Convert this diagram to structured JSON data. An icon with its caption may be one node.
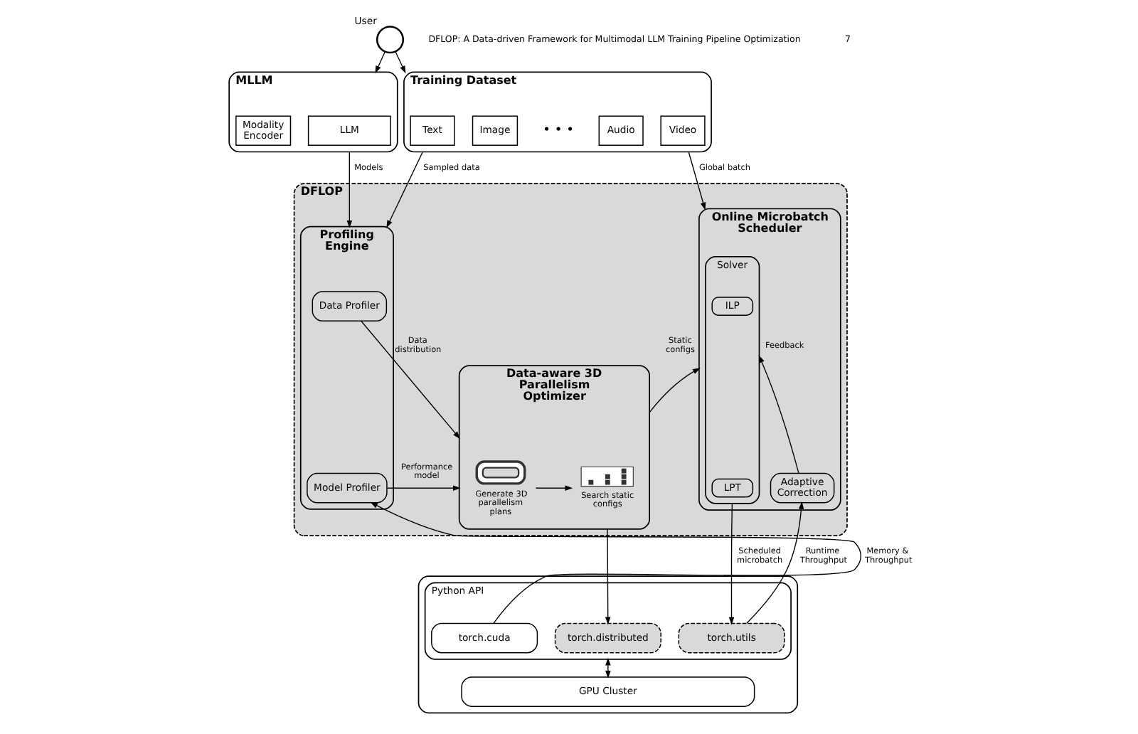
{
  "diagram": {
    "nodes": [
      {
        "text": [],
        "shape": "person",
        "beside": [
          "User"
        ]
      },
      {
        "text": [
          "MLLM"
        ]
      },
      {
        "text": [
          "Modality Encoder"
        ],
        "in": 1
      },
      {
        "text": [
          "LLM"
        ],
        "in": 1
      },
      {
        "text": [
          "Training Dataset"
        ]
      },
      {
        "text": [
          "Text"
        ],
        "in": 4
      },
      {
        "text": [
          "Image"
        ],
        "in": 4
      },
      {
        "text": [
          "Audio"
        ],
        "in": 4
      },
      {
        "text": [
          "Video"
        ],
        "in": 4
      },
      {
        "text": [
          "DFLOP"
        ]
      },
      {
        "text": [
          "Profiling Engine"
        ],
        "in": 9
      },
      {
        "text": [
          "Data Profiler"
        ],
        "in": 10
      },
      {
        "text": [
          "Model Profiler"
        ],
        "in": 10
      },
      {
        "text": [
          "Data-aware 3D Parallelism Optimizer"
        ],
        "in": 9
      },
      {
        "text": [],
        "shape": "picture",
        "beside": [
          "Generate 3D parallelism plans"
        ],
        "in": 13
      },
      {
        "text": [],
        "shape": "picture",
        "beside": [
          "Search static configs"
        ],
        "in": 13
      },
      {
        "text": [
          "Online Microbatch Scheduler"
        ],
        "in": 9
      },
      {
        "text": [
          "Solver"
        ],
        "in": 16
      },
      {
        "text": [
          "ILP"
        ],
        "in": 17
      },
      {
        "text": [
          "LPT"
        ],
        "in": 17
      },
      {
        "text": [
          "Adaptive Correction"
        ],
        "in": 16
      },
      {
        "text": [],
        "shape": "box"
      },
      {
        "text": [
          "Python API"
        ],
        "in": 21
      },
      {
        "text": [
          "torch.cuda"
        ],
        "in": 22
      },
      {
        "text": [
          "torch.distributed"
        ],
        "in": 22
      },
      {
        "text": [
          "torch.utils"
        ],
        "in": 22
      },
      {
        "text": [
          "GPU Cluster"
        ],
        "in": 21
      }
    ],
    "edges": [
      {
        "from": 0,
        "to": 1,
        "arrow": "to"
      },
      {
        "from": 0,
        "to": 4,
        "arrow": "to"
      },
      {
        "from": 1,
        "to": 10,
        "arrow": "to",
        "label": "Models"
      },
      {
        "from": 4,
        "to": 10,
        "arrow": "to",
        "label": "Sampled data"
      },
      {
        "from": 4,
        "to": 16,
        "arrow": "to",
        "label": "Global batch"
      },
      {
        "from": 11,
        "to": 13,
        "arrow": "to",
        "label": "Data distribution"
      },
      {
        "from": 12,
        "to": 13,
        "arrow": "to",
        "label": "Performance model"
      },
      {
        "from": 14,
        "to": 15,
        "arrow": "to"
      },
      {
        "from": 13,
        "to": 16,
        "arrow": "to",
        "label": "Static configs"
      },
      {
        "from": 13,
        "to": 24,
        "arrow": "to"
      },
      {
        "from": 20,
        "to": 17,
        "arrow": "to",
        "label": "Feedback"
      },
      {
        "from": 17,
        "to": 25,
        "arrow": "to",
        "label": "Scheduled microbatch"
      },
      {
        "from": 25,
        "to": 20,
        "arrow": "to",
        "label": "Runtime Throughput"
      },
      {
        "from": 23,
        "to": 12,
        "arrow": "to",
        "label": "Memory & Throughput"
      },
      {
        "from": 22,
        "to": 26,
        "arrow": "both"
      }
    ],
    "labels": [
      "DFLOP: A Data-driven Framework for Multimodal LLM Training Pipeline Optimization",
      "7",
      "• • •"
    ]
  }
}
